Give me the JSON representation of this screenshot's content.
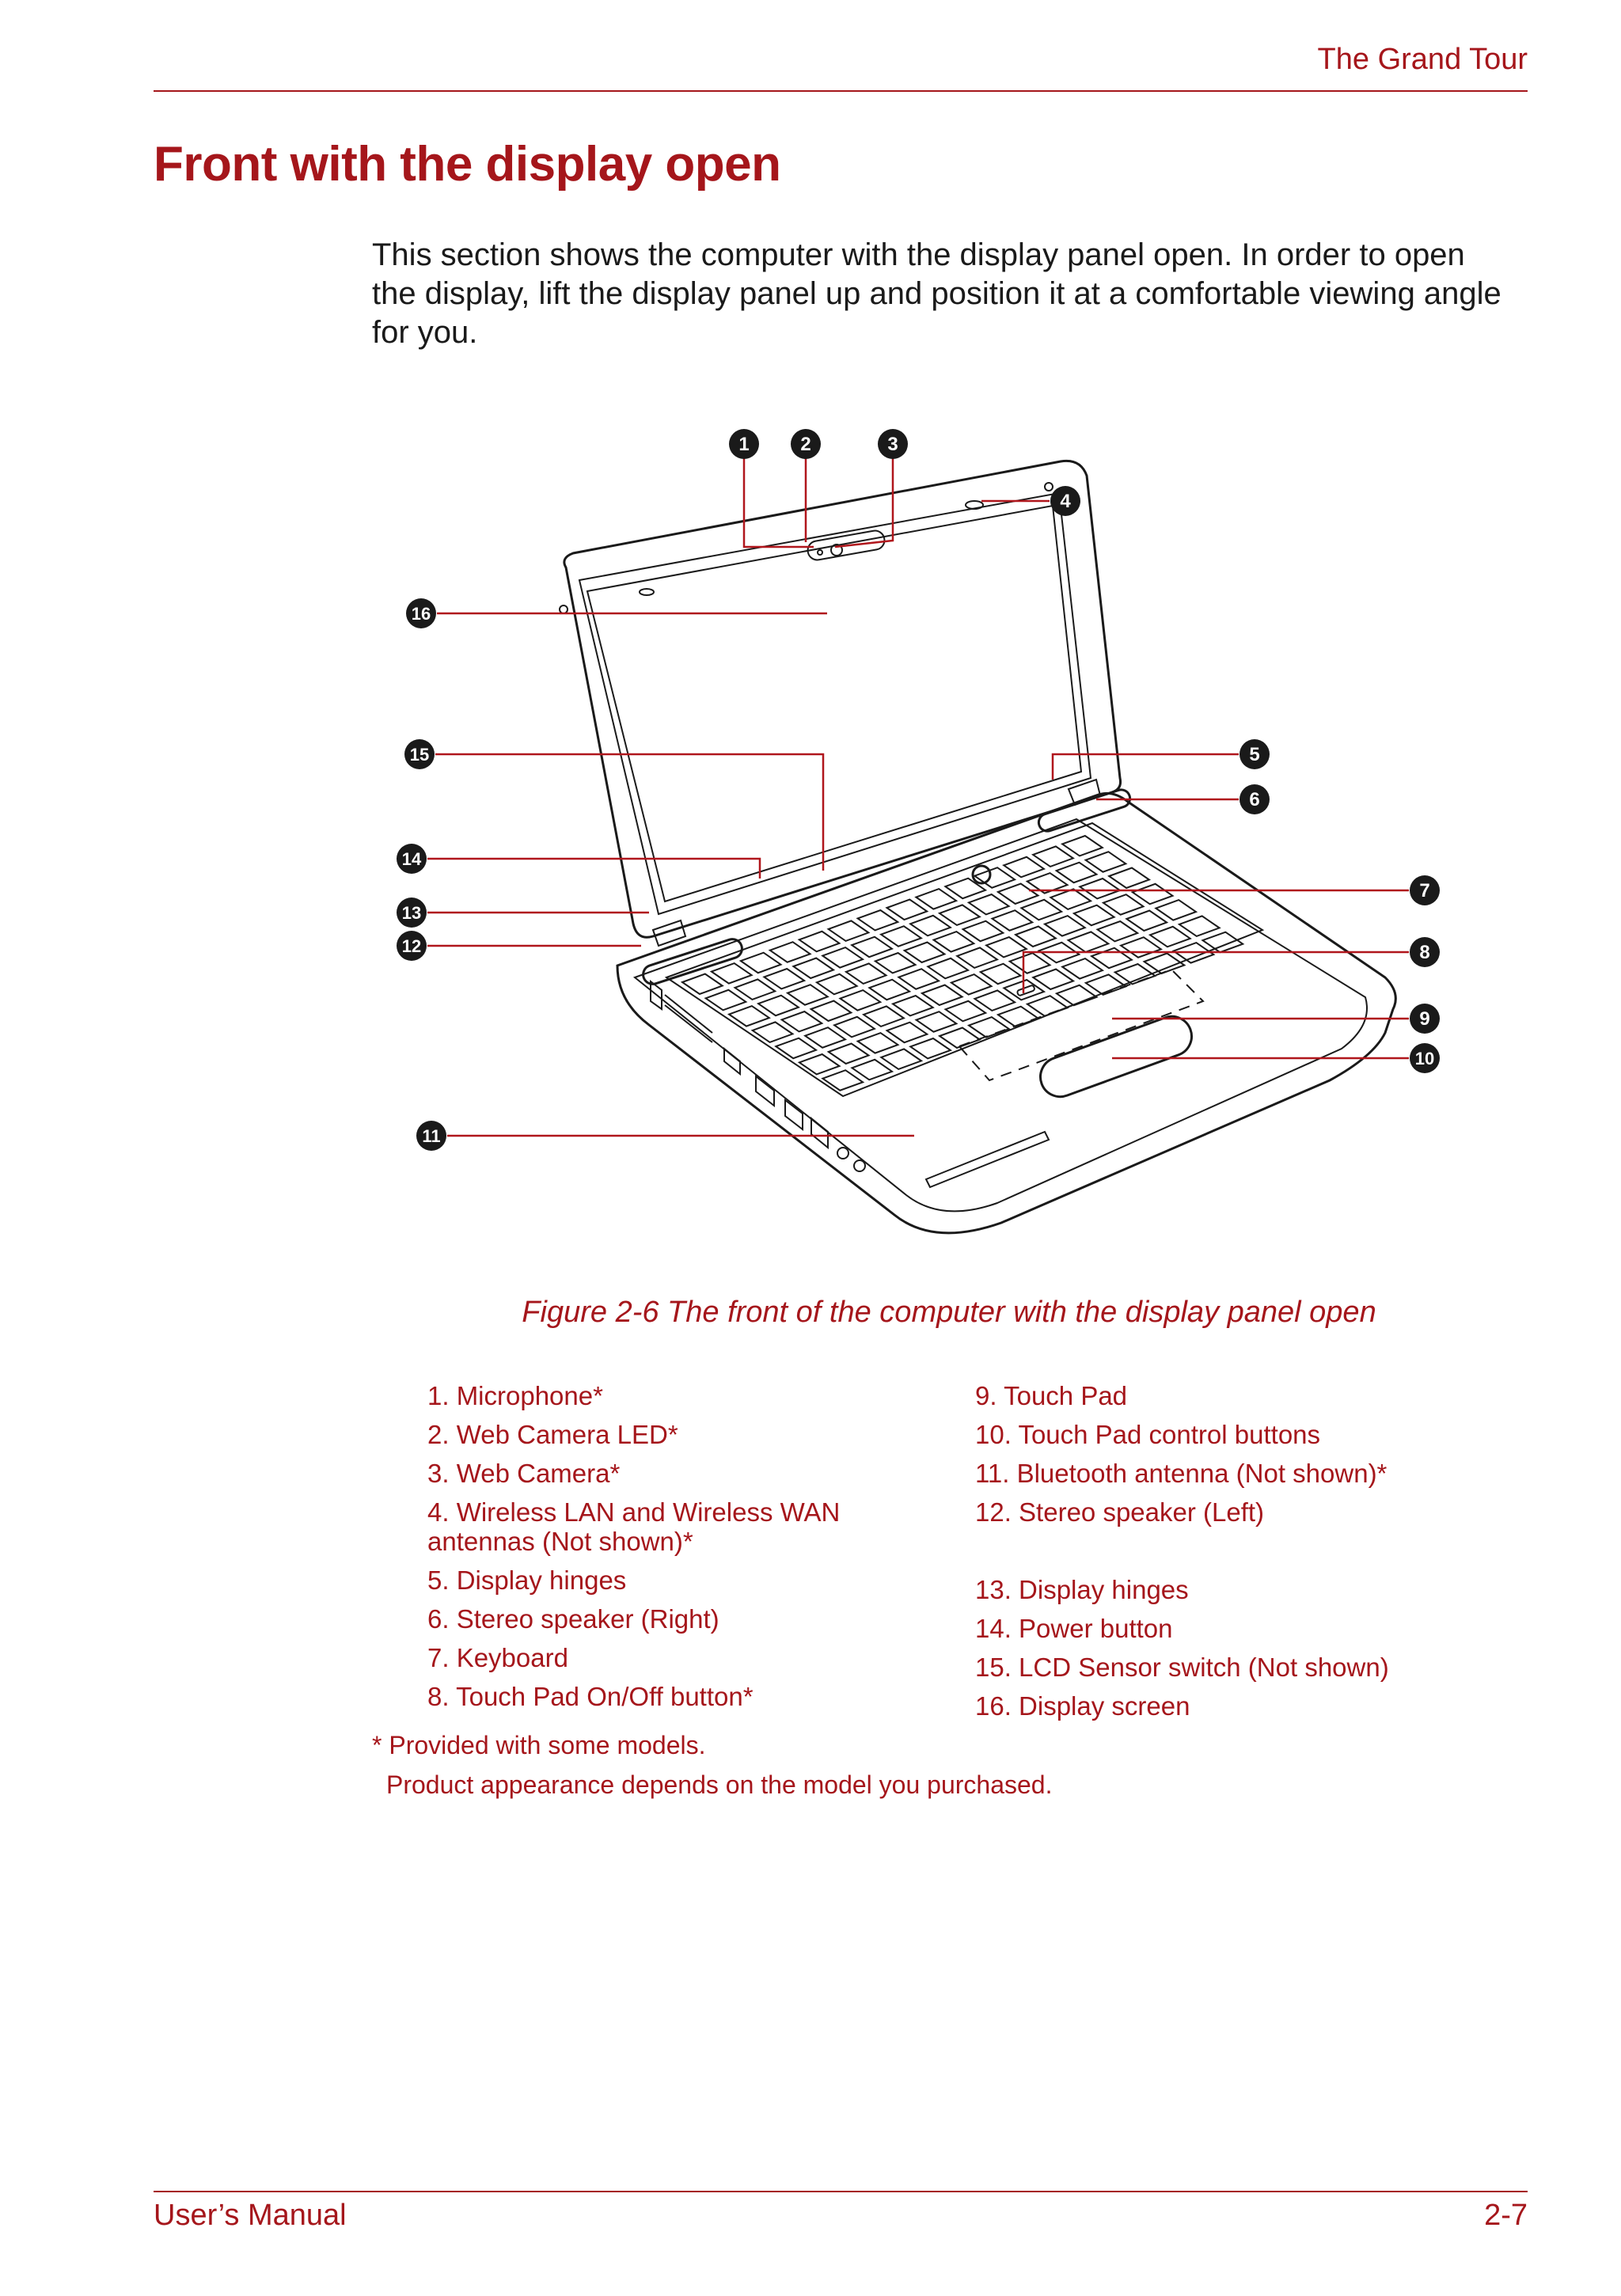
{
  "header": {
    "running_head": "The Grand Tour"
  },
  "section": {
    "title": "Front with the display open",
    "intro": "This section shows the computer with the display panel open. In order to open the display, lift the display panel up and position it at a comfortable viewing angle for you."
  },
  "figure": {
    "caption": "Figure 2-6 The front of the computer with the display panel open",
    "callouts": [
      "1",
      "2",
      "3",
      "4",
      "5",
      "6",
      "7",
      "8",
      "9",
      "10",
      "11",
      "12",
      "13",
      "14",
      "15",
      "16"
    ]
  },
  "legend": {
    "left": [
      "1. Microphone*",
      "2. Web Camera LED*",
      "3. Web Camera*",
      "4. Wireless LAN and Wireless WAN antennas (Not shown)*",
      "5. Display hinges",
      "6. Stereo speaker (Right)",
      "7. Keyboard",
      "8. Touch Pad On/Off button*"
    ],
    "right": [
      "9. Touch Pad",
      "10. Touch Pad control buttons",
      "11. Bluetooth antenna (Not shown)*",
      "12. Stereo speaker (Left)",
      "13. Display hinges",
      "14. Power button",
      "15. LCD Sensor switch (Not shown)",
      "16. Display screen"
    ]
  },
  "footnote": {
    "line1": "* Provided with some models.",
    "line2": "Product appearance depends on the model you purchased."
  },
  "footer": {
    "left": "User’s Manual",
    "right": "2-7"
  }
}
